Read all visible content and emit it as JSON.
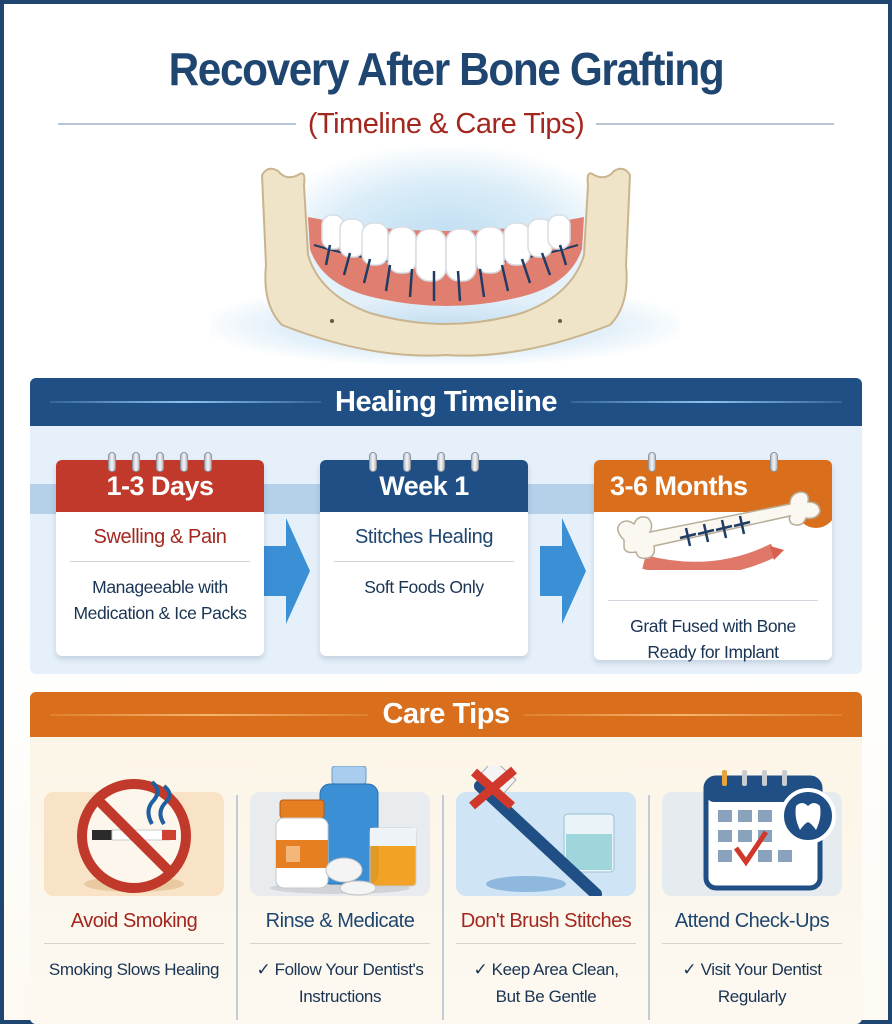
{
  "header": {
    "title": "Recovery After Bone Grafting",
    "subtitle": "(Timeline & Care Tips)"
  },
  "colors": {
    "navy": "#1e4670",
    "red": "#a3271e",
    "orange": "#d96f1c",
    "timeline_header": "#1f4f84",
    "arrow_blue": "#3b8fd4"
  },
  "timeline": {
    "heading": "Healing Timeline",
    "stages": [
      {
        "period": "1-3 Days",
        "title": "Swelling & Pain",
        "desc_line1": "Manageeable with",
        "desc_line2": "Medication & Ice Packs",
        "header_color": "#c0392b",
        "icon": "calendar-icon"
      },
      {
        "period": "Week 1",
        "title": "Stitches Healing",
        "desc_line1": "Soft Foods Only",
        "desc_line2": "",
        "header_color": "#1f4f84",
        "icon": "calendar-icon"
      },
      {
        "period": "3-6 Months",
        "title": "",
        "desc_line1": "Graft Fused with Bone",
        "desc_line2": "Ready for Implant",
        "header_color": "#d96f1c",
        "icon": "bone-icon"
      }
    ]
  },
  "care": {
    "heading": "Care Tips",
    "tips": [
      {
        "title": "Avoid Smoking",
        "line1": "Smoking Slows Healing",
        "line2": "",
        "icon": "no-smoking-icon"
      },
      {
        "title": "Rinse & Medicate",
        "line1": "✓ Follow Your Dentist's",
        "line2": "Instructions",
        "icon": "medication-icon"
      },
      {
        "title": "Don't Brush Stitches",
        "line1": "✓ Keep Area Clean,",
        "line2": "But Be Gentle",
        "icon": "no-toothbrush-icon"
      },
      {
        "title": "Attend Check-Ups",
        "line1": "✓ Visit Your Dentist",
        "line2": "Regularly",
        "icon": "calendar-tooth-icon"
      }
    ]
  }
}
